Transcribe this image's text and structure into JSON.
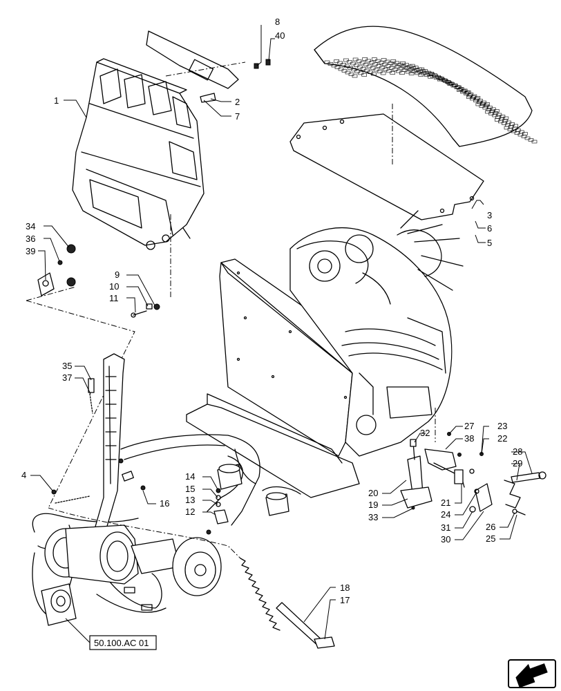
{
  "callouts": {
    "c1": "1",
    "c2": "2",
    "c3": "3",
    "c4": "4",
    "c5": "5",
    "c6": "6",
    "c7": "7",
    "c8": "8",
    "c9": "9",
    "c10": "10",
    "c11": "11",
    "c12": "12",
    "c13": "13",
    "c14": "14",
    "c15": "15",
    "c16": "16",
    "c17": "17",
    "c18": "18",
    "c19": "19",
    "c20": "20",
    "c21": "21",
    "c22": "22",
    "c23": "23",
    "c24": "24",
    "c25": "25",
    "c26": "26",
    "c27": "27",
    "c28": "28",
    "c29": "29",
    "c30": "30",
    "c31": "31",
    "c32": "32",
    "c33": "33",
    "c34": "34",
    "c35": "35",
    "c36": "36",
    "c37": "37",
    "c38": "38",
    "c39": "39",
    "c40": "40"
  },
  "reference_box": {
    "label": "50.100.AC 01"
  },
  "icons": {
    "corner": "next-page-arrow-icon"
  }
}
